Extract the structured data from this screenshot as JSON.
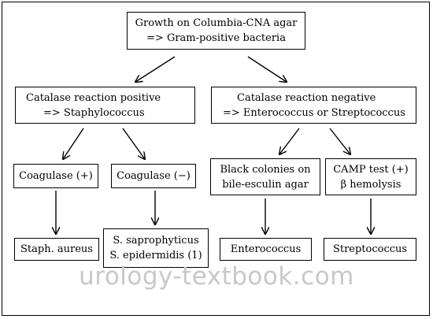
{
  "nodes": {
    "root": {
      "line1": "Growth on Columbia-CNA agar",
      "line2": "=> Gram-positive bacteria"
    },
    "catalase_positive": {
      "line1": "Catalase reaction positive",
      "line2": "=> Staphylococcus"
    },
    "catalase_negative": {
      "line1": "Catalase reaction negative",
      "line2": "=> Enterococcus or Streptococcus"
    },
    "coagulase_positive": {
      "label": "Coagulase (+)"
    },
    "coagulase_negative": {
      "label": "Coagulase (−)"
    },
    "bile_esculin": {
      "line1": "Black colonies on",
      "line2": "bile-esculin agar"
    },
    "camp_test": {
      "line1": "CAMP test (+)",
      "line2": "β hemolysis"
    },
    "staph_aureus": {
      "label": "Staph. aureus"
    },
    "saprophyticus": {
      "line1": "S. saprophyticus",
      "line2": "S. epidermidis (1)"
    },
    "enterococcus": {
      "label": "Enterococcus"
    },
    "streptococcus": {
      "label": "Streptococcus"
    }
  },
  "watermark": "urology-textbook.com",
  "colors": {
    "line": "#000000",
    "background": "#ffffff",
    "watermark": "#c8c8c8"
  }
}
